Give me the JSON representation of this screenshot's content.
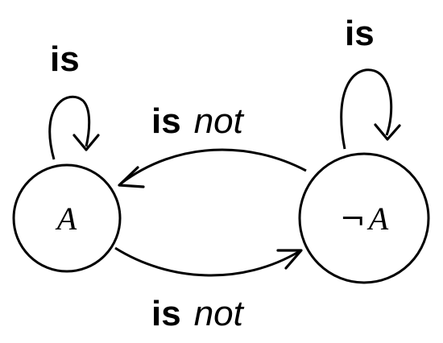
{
  "nodes": {
    "a": {
      "label": "A"
    },
    "not_a": {
      "neg_symbol": "¬",
      "label": "A"
    }
  },
  "edges": {
    "self_loop_a": {
      "label": "is"
    },
    "self_loop_not_a": {
      "label": "is"
    },
    "not_a_to_a": {
      "label_bold": "is",
      "label_italic": "not"
    },
    "a_to_not_a": {
      "label_bold": "is",
      "label_italic": "not"
    }
  }
}
